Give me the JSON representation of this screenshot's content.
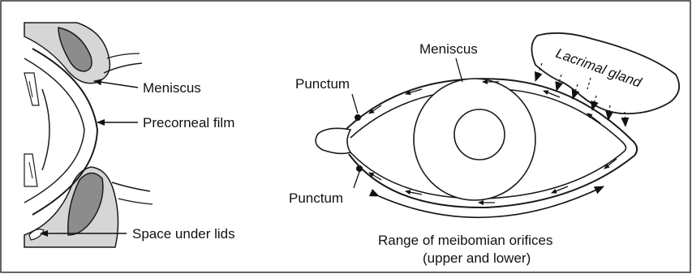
{
  "left_panel": {
    "labels": {
      "meniscus": "Meniscus",
      "precorneal_film": "Precorneal film",
      "space_under_lids": "Space under lids"
    }
  },
  "right_panel": {
    "labels": {
      "meniscus": "Meniscus",
      "lacrimal_gland": "Lacrimal gland",
      "punctum_upper": "Punctum",
      "punctum_lower": "Punctum",
      "meibomian_line1": "Range of meibomian orifices",
      "meibomian_line2": "(upper and lower)"
    }
  },
  "colors": {
    "tissue_light": "#d6d6d6",
    "tissue_dark": "#8c8c8c",
    "line": "#1a1a1a"
  }
}
